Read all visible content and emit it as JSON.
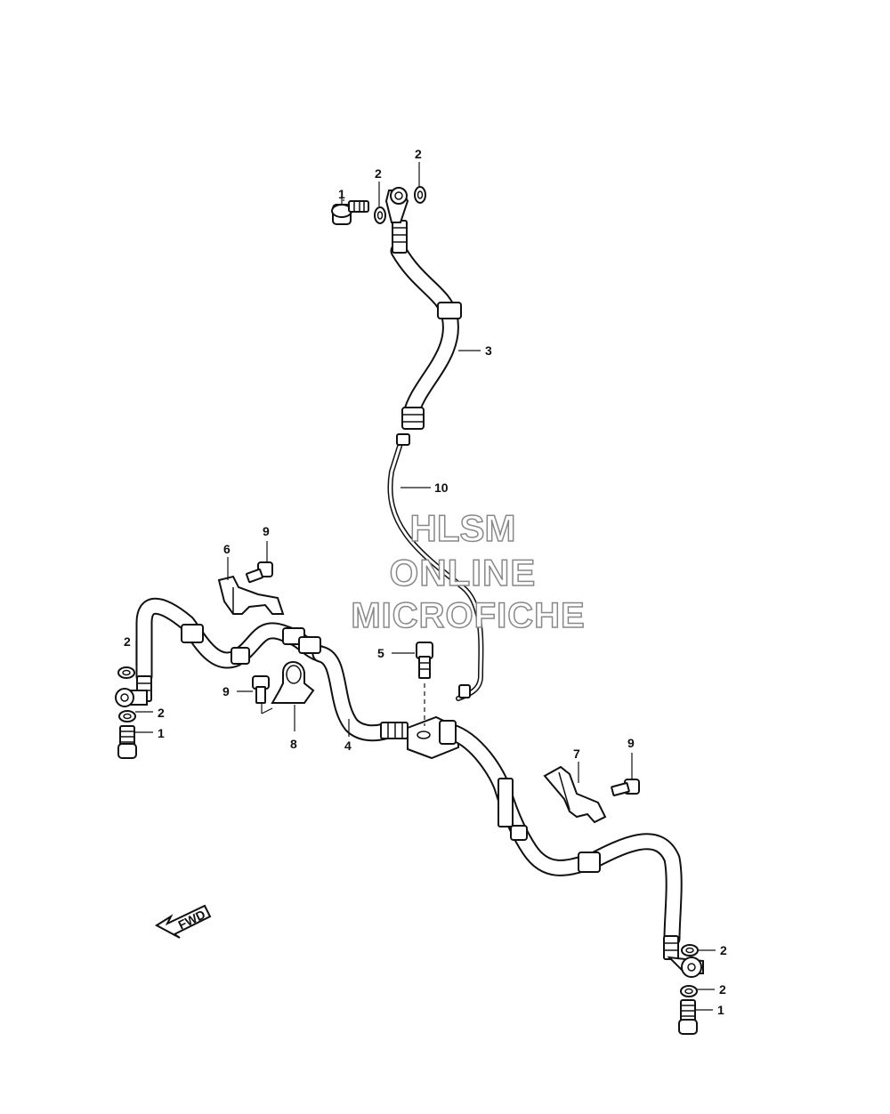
{
  "callouts": {
    "c1_top": "1",
    "c2_top_left": "2",
    "c2_top_right": "2",
    "c3": "3",
    "c10": "10",
    "c9_left_top": "9",
    "c6": "6",
    "c2_left_a": "2",
    "c2_left_b": "2",
    "c1_left": "1",
    "c9_left_mid": "9",
    "c8": "8",
    "c4": "4",
    "c5": "5",
    "c7": "7",
    "c9_right": "9",
    "c2_right_a": "2",
    "c2_right_b": "2",
    "c1_right": "1"
  },
  "fwd_arrow_label": "FWD",
  "watermark": {
    "line1": "HLSM",
    "line2": "ONLINE",
    "line3": "MICROFICHE"
  }
}
